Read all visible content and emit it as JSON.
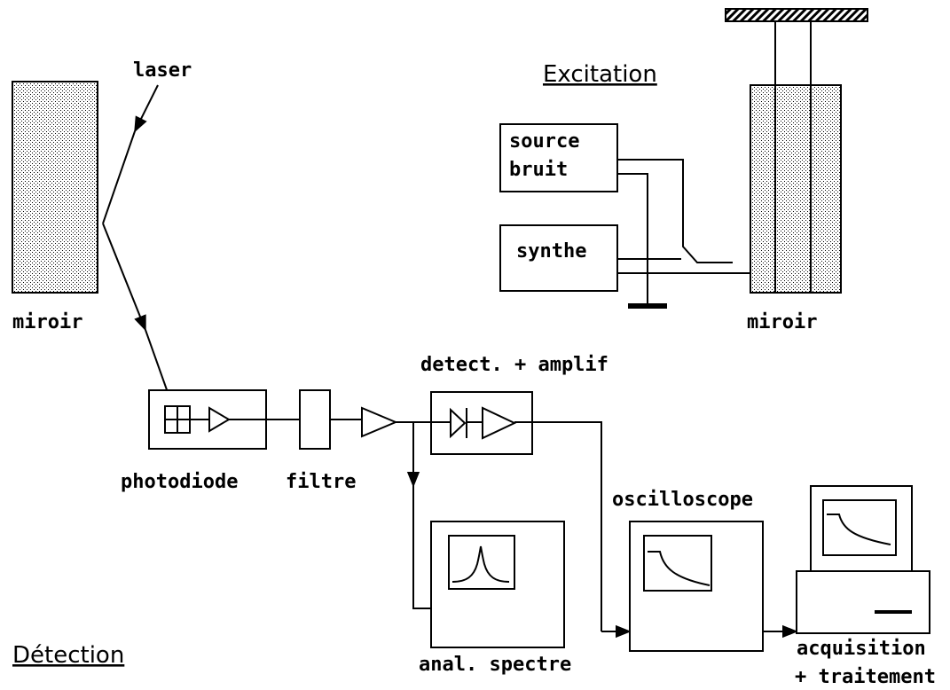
{
  "titles": {
    "excitation": "Excitation",
    "detection": "Détection"
  },
  "labels": {
    "laser": "laser",
    "mirror_left": "miroir",
    "mirror_right": "miroir",
    "source_line1": "source",
    "source_line2": "bruit",
    "synth": "synthe",
    "detect_amplif": "detect. + amplif",
    "photodiode": "photodiode",
    "filter": "filtre",
    "analyzer": "anal. spectre",
    "oscilloscope": "oscilloscope",
    "acquisition_line1": "acquisition",
    "acquisition_line2": "+ traitement"
  }
}
